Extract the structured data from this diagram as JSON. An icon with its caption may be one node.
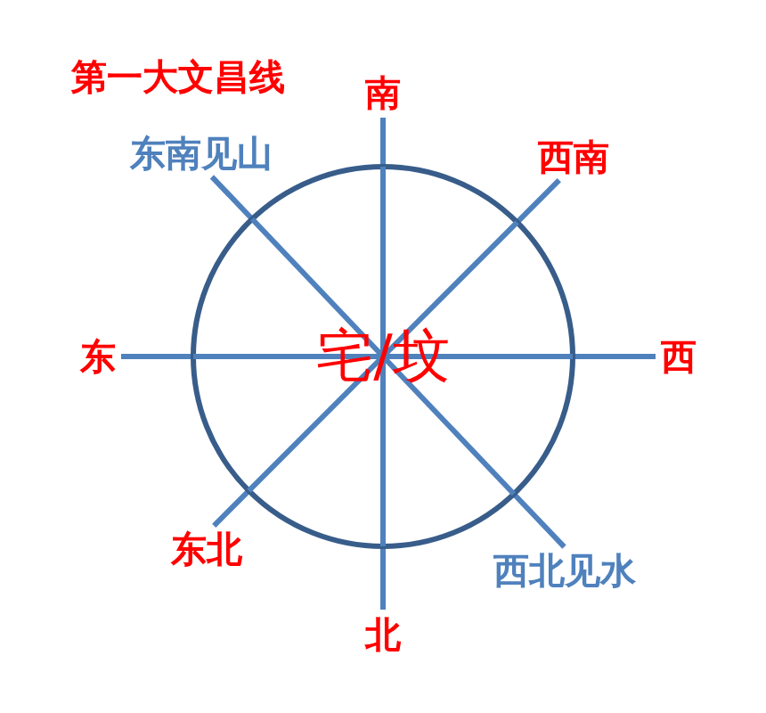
{
  "diagram": {
    "title": "第一大文昌线",
    "nodes": [
      {
        "text": [
          "南"
        ]
      },
      {
        "text": [
          "东南见山"
        ]
      },
      {
        "text": [
          "西南"
        ]
      },
      {
        "text": [
          "宅/坟"
        ]
      },
      {
        "text": [
          "东"
        ]
      },
      {
        "text": [
          "西"
        ]
      },
      {
        "text": [
          "东北"
        ]
      },
      {
        "text": [
          "西北见水"
        ]
      },
      {
        "text": [
          "北"
        ]
      }
    ],
    "edges": [
      {
        "from": 3,
        "to": 0,
        "arrow": "none"
      },
      {
        "from": 3,
        "to": 1,
        "arrow": "none"
      },
      {
        "from": 3,
        "to": 2,
        "arrow": "none"
      },
      {
        "from": 3,
        "to": 4,
        "arrow": "none"
      },
      {
        "from": 3,
        "to": 5,
        "arrow": "none"
      },
      {
        "from": 3,
        "to": 6,
        "arrow": "none"
      },
      {
        "from": 3,
        "to": 7,
        "arrow": "none"
      },
      {
        "from": 3,
        "to": 8,
        "arrow": "none"
      }
    ]
  }
}
